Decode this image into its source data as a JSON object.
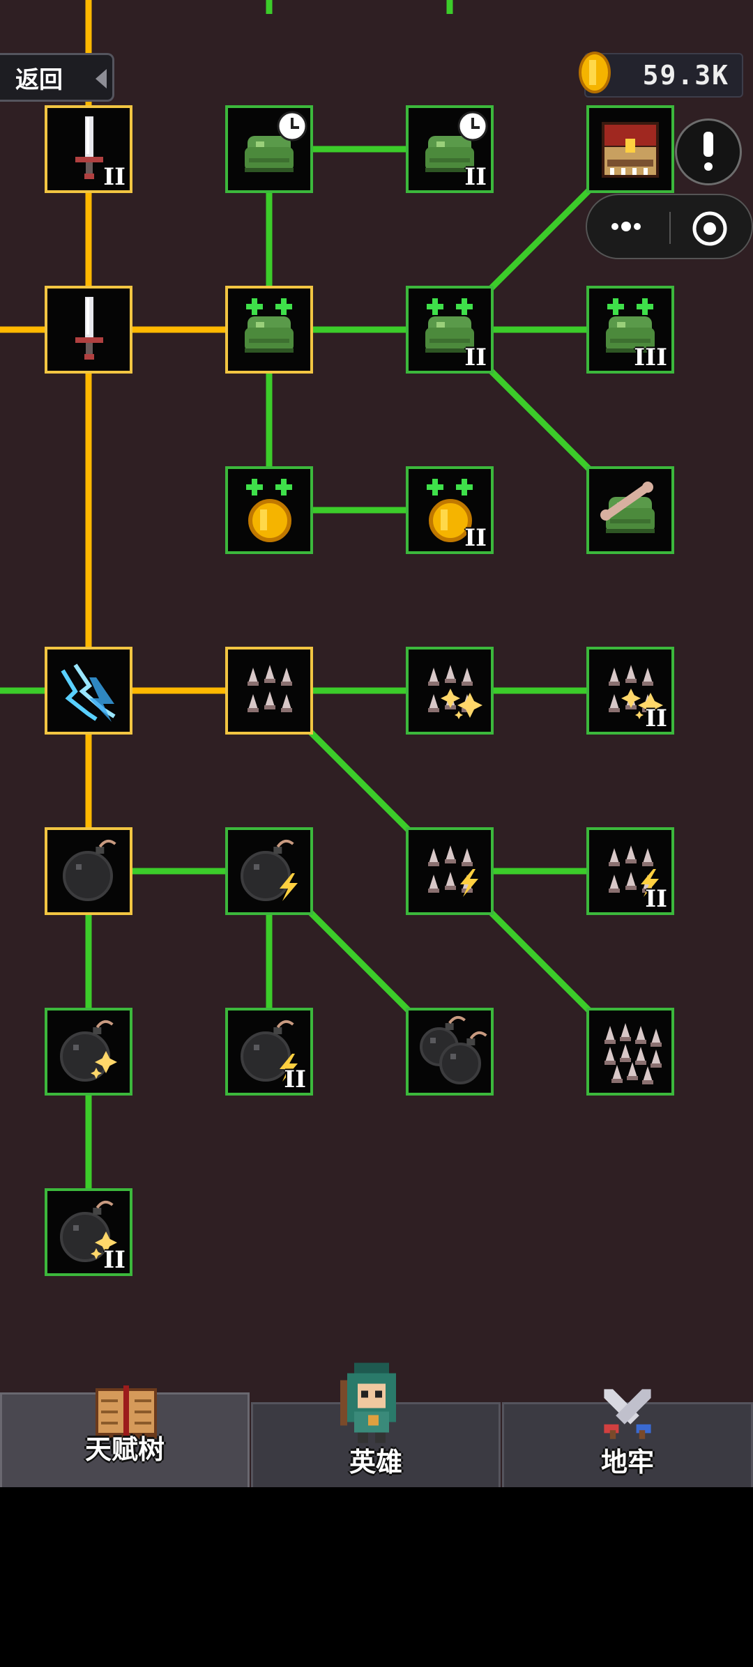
{
  "header": {
    "back_label": "返回",
    "coins": "59.3K",
    "icons": [
      "coin-icon",
      "info-icon",
      "more-options-icon",
      "close-target-icon"
    ]
  },
  "colors": {
    "background": "#2f1f23",
    "locked_border": "#3cb83c",
    "unlocked_border": "#f2c542",
    "locked_path": "#3ccc2a",
    "unlocked_path": "#ffb800"
  },
  "tree": {
    "nodes": [
      {
        "id": "sword-1",
        "icon": "sword-icon",
        "tier": "II",
        "unlocked": true
      },
      {
        "id": "slime-timer-1",
        "icon": "slime-timer-icon",
        "tier": "",
        "unlocked": false
      },
      {
        "id": "slime-timer-2",
        "icon": "slime-timer-icon",
        "tier": "II",
        "unlocked": false
      },
      {
        "id": "chest",
        "icon": "treasure-chest-icon",
        "tier": "",
        "unlocked": false
      },
      {
        "id": "sword-2",
        "icon": "sword-icon",
        "tier": "",
        "unlocked": true
      },
      {
        "id": "slime-heal-1",
        "icon": "slime-heal-icon",
        "tier": "",
        "unlocked": true
      },
      {
        "id": "slime-heal-2",
        "icon": "slime-heal-icon",
        "tier": "II",
        "unlocked": false
      },
      {
        "id": "slime-heal-3",
        "icon": "slime-heal-icon",
        "tier": "III",
        "unlocked": false
      },
      {
        "id": "coin-plus-1",
        "icon": "coin-plus-icon",
        "tier": "",
        "unlocked": false
      },
      {
        "id": "coin-plus-2",
        "icon": "coin-plus-icon",
        "tier": "II",
        "unlocked": false
      },
      {
        "id": "slime-bone",
        "icon": "slime-bone-icon",
        "tier": "",
        "unlocked": false
      },
      {
        "id": "lightning",
        "icon": "lightning-icon",
        "tier": "",
        "unlocked": true
      },
      {
        "id": "spikes-1",
        "icon": "spikes-icon",
        "tier": "",
        "unlocked": true
      },
      {
        "id": "spikes-spark-1",
        "icon": "spikes-spark-icon",
        "tier": "",
        "unlocked": false
      },
      {
        "id": "spikes-spark-2",
        "icon": "spikes-spark-icon",
        "tier": "II",
        "unlocked": false
      },
      {
        "id": "bomb-1",
        "icon": "bomb-icon",
        "tier": "",
        "unlocked": true
      },
      {
        "id": "bomb-bolt-1",
        "icon": "bomb-bolt-icon",
        "tier": "",
        "unlocked": false
      },
      {
        "id": "spikes-bolt-1",
        "icon": "spikes-bolt-icon",
        "tier": "",
        "unlocked": false
      },
      {
        "id": "spikes-bolt-2",
        "icon": "spikes-bolt-icon",
        "tier": "II",
        "unlocked": false
      },
      {
        "id": "bomb-spark-1",
        "icon": "bomb-spark-icon",
        "tier": "",
        "unlocked": false
      },
      {
        "id": "bomb-bolt-2",
        "icon": "bomb-bolt-icon",
        "tier": "II",
        "unlocked": false
      },
      {
        "id": "double-bomb",
        "icon": "double-bomb-icon",
        "tier": "",
        "unlocked": false
      },
      {
        "id": "many-spikes",
        "icon": "many-spikes-icon",
        "tier": "",
        "unlocked": false
      },
      {
        "id": "bomb-spark-2",
        "icon": "bomb-spark-icon",
        "tier": "II",
        "unlocked": false
      }
    ]
  },
  "tabs": [
    {
      "id": "talent",
      "label": "天赋树",
      "icon": "book-icon",
      "active": true
    },
    {
      "id": "hero",
      "label": "英雄",
      "icon": "hero-archer-icon",
      "active": false
    },
    {
      "id": "dungeon",
      "label": "地牢",
      "icon": "crossed-swords-icon",
      "active": false
    }
  ]
}
